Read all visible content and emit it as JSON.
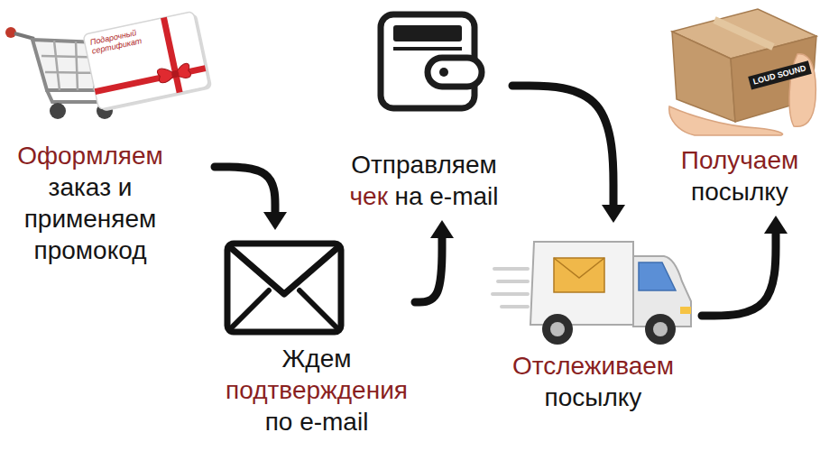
{
  "diagram": {
    "nodes": [
      {
        "text": [
          "Оформляем",
          "заказ и применяем промокод"
        ]
      },
      {
        "text": [
          "Ждем",
          "подтверждения",
          "по e-mail"
        ]
      },
      {
        "text": [
          "Отправляем",
          "чек",
          "на e-mail"
        ]
      },
      {
        "text": [
          "Отслеживаем",
          "посылку"
        ]
      },
      {
        "text": [
          "Получаем",
          "посылку"
        ]
      }
    ],
    "edges": [
      {
        "from": 0,
        "to": 1,
        "arrow": "to"
      },
      {
        "from": 1,
        "to": 2,
        "arrow": "to"
      },
      {
        "from": 2,
        "to": 3,
        "arrow": "to"
      },
      {
        "from": 3,
        "to": 4,
        "arrow": "to"
      }
    ],
    "labels": [
      "Подарочный сертификат",
      "LOUD SOUND"
    ]
  }
}
